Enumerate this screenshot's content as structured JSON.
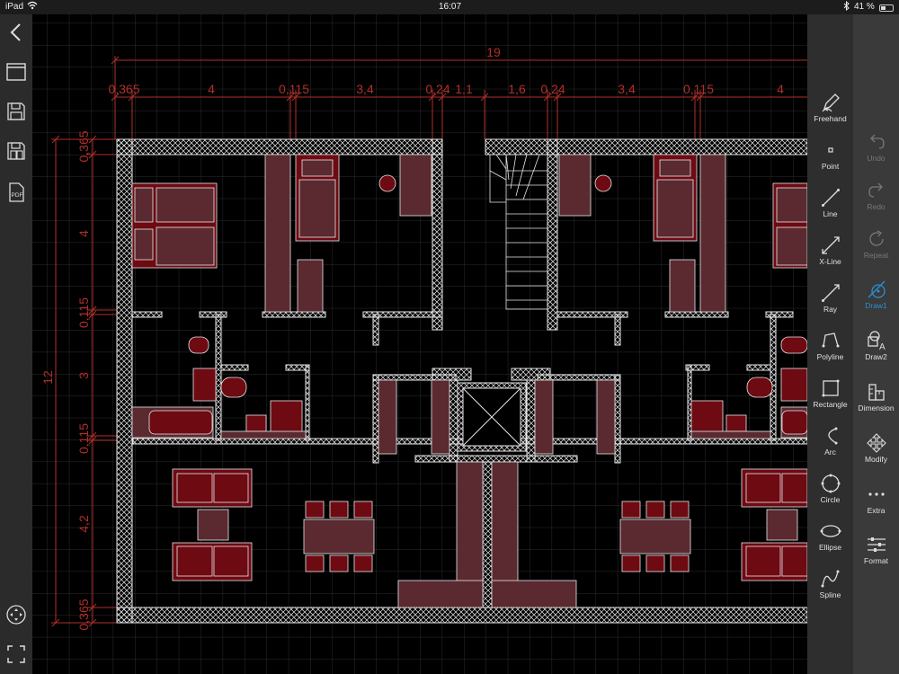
{
  "status": {
    "device": "iPad",
    "time": "16:07",
    "battery": "41 %"
  },
  "dimensions": {
    "top_total": "19",
    "top": [
      "0,365",
      "4",
      "0,115",
      "3,4",
      "0,24",
      "1,1",
      "1,6",
      "0,24",
      "3,4",
      "0,115",
      "4"
    ],
    "left_total": "12",
    "left": [
      "0,365",
      "4",
      "0,115",
      "3",
      "0,115",
      "4,2",
      "0,365"
    ]
  },
  "draw_tools": [
    {
      "name": "freehand",
      "label": "Freehand"
    },
    {
      "name": "point",
      "label": "Point"
    },
    {
      "name": "line",
      "label": "Line"
    },
    {
      "name": "xline",
      "label": "X-Line"
    },
    {
      "name": "ray",
      "label": "Ray"
    },
    {
      "name": "polyline",
      "label": "Polyline"
    },
    {
      "name": "rectangle",
      "label": "Rectangle"
    },
    {
      "name": "arc",
      "label": "Arc"
    },
    {
      "name": "circle",
      "label": "Circle"
    },
    {
      "name": "ellipse",
      "label": "Ellipse"
    },
    {
      "name": "spline",
      "label": "Spline"
    }
  ],
  "side_tools": [
    {
      "name": "undo",
      "label": "Undo"
    },
    {
      "name": "redo",
      "label": "Redo"
    },
    {
      "name": "repeat",
      "label": "Repeat"
    },
    {
      "name": "draw1",
      "label": "Draw1"
    },
    {
      "name": "draw2",
      "label": "Draw2"
    },
    {
      "name": "dimension",
      "label": "Dimension"
    },
    {
      "name": "modify",
      "label": "Modify"
    },
    {
      "name": "extra",
      "label": "Extra"
    },
    {
      "name": "format",
      "label": "Format"
    }
  ],
  "colors": {
    "dimension": "#b0302a",
    "furniture_fill": "#5a2a30",
    "furniture_dark": "#6e0a12",
    "panel": "#2e2e2e",
    "panel_side": "#3a3a3a",
    "active": "#2c8fd6"
  }
}
